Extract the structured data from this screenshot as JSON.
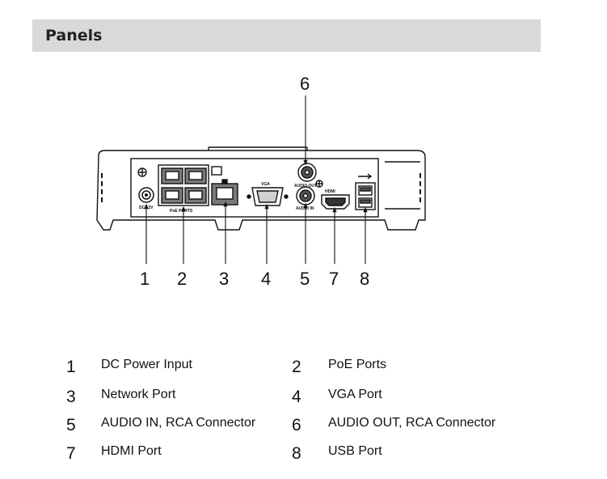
{
  "header": {
    "title": "Panels"
  },
  "panel_labels": {
    "poe": "PoE PORTS",
    "vga": "VGA",
    "hdmi": "HDMI",
    "dc": "DC 12V",
    "audio_in": "AUDIO IN",
    "audio_out": "AUDIO OUT"
  },
  "callouts": [
    "1",
    "2",
    "3",
    "4",
    "5",
    "7",
    "8",
    "6"
  ],
  "legend": [
    {
      "num": "1",
      "label": "DC Power Input"
    },
    {
      "num": "2",
      "label": "PoE Ports"
    },
    {
      "num": "3",
      "label": "Network Port"
    },
    {
      "num": "4",
      "label": "VGA Port"
    },
    {
      "num": "5",
      "label": "AUDIO IN, RCA Connector"
    },
    {
      "num": "6",
      "label": "AUDIO OUT, RCA Connector"
    },
    {
      "num": "7",
      "label": "HDMI Port"
    },
    {
      "num": "8",
      "label": "USB Port"
    }
  ]
}
